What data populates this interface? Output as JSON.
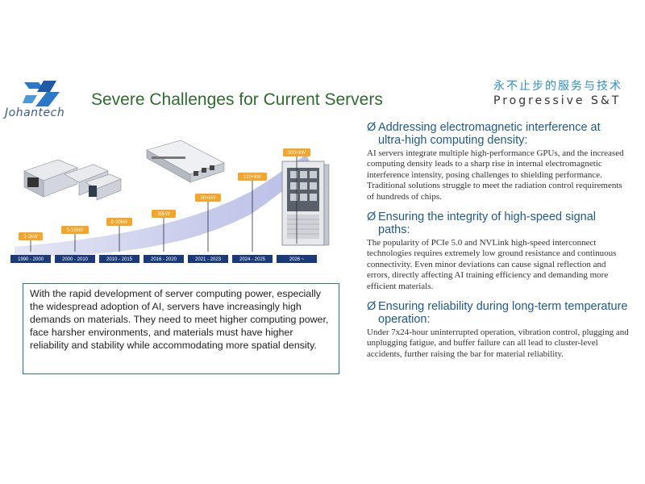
{
  "header": {
    "logo_text": "Johantech",
    "title": "Severe Challenges for Current Servers",
    "slogan_cn": "永不止步的服务与技术",
    "slogan_en": "Progressive S&T"
  },
  "timeline": {
    "stages": [
      {
        "power": "1-3kW",
        "period": "1990 - 2000"
      },
      {
        "power": "5-10kW",
        "period": "2000 - 2010"
      },
      {
        "power": "8-20kW",
        "period": "2010 - 2015"
      },
      {
        "power": "30kW",
        "period": "2016 - 2020"
      },
      {
        "power": "50+kW",
        "period": "2021 - 2023"
      },
      {
        "power": "120+kW",
        "period": "2024 - 2025"
      },
      {
        "power": "300+kW",
        "period": "2026 ~"
      }
    ]
  },
  "description": "With the rapid development of server computing power, especially the widespread adoption of AI, servers have increasingly high demands on materials. They need to meet higher computing power, face harsher environments, and materials must have higher reliability and stability while accommodating more spatial density.",
  "sections": [
    {
      "arrow": "Ø",
      "title": "Addressing electromagnetic interference at ultra-high computing density:",
      "body": "AI servers integrate multiple high-performance GPUs, and the increased computing density leads to a sharp rise in internal electromagnetic interference intensity, posing challenges to shielding performance. Traditional solutions struggle to meet the radiation control requirements of hundreds of chips."
    },
    {
      "arrow": "Ø",
      "title": "Ensuring the integrity of high-speed signal paths:",
      "body": "The popularity of PCIe 5.0 and NVLink high-speed interconnect technologies requires extremely low ground resistance and continuous connectivity. Even minor deviations can cause signal reflection and errors, directly affecting AI training efficiency and demanding more efficient materials."
    },
    {
      "arrow": "Ø",
      "title": "Ensuring reliability during long-term temperature operation:",
      "body": "Under 7x24-hour uninterrupted operation, vibration control, plugging and unplugging fatigue, and buffer failure can all lead to cluster-level accidents, further raising the bar for material reliability."
    }
  ],
  "colors": {
    "title_green": "#2f6b2f",
    "accent_blue": "#1f5a8c",
    "badge_orange": "#f5a52a",
    "year_bar_navy": "#1c3a78"
  }
}
